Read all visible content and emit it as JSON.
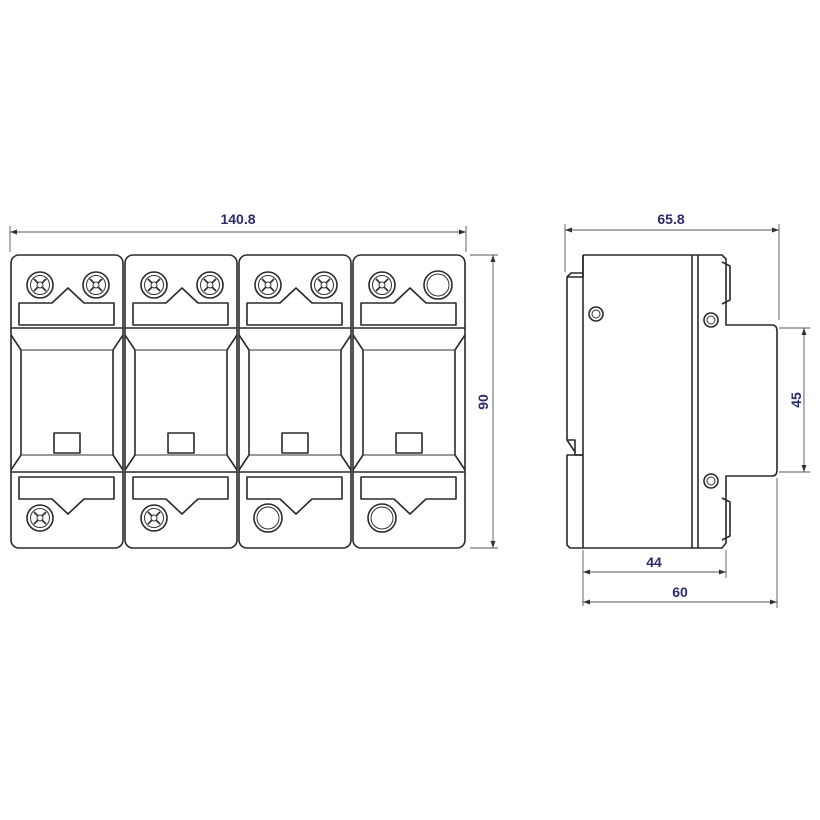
{
  "dimensions": {
    "front_width": "140.8",
    "front_height": "90",
    "side_width": "65.8",
    "rail_height": "45",
    "depth_44": "44",
    "depth_60": "60"
  },
  "modules": [
    {
      "top_terminals": [
        "screw",
        "screw"
      ],
      "bottom_terminal": "screw"
    },
    {
      "top_terminals": [
        "screw",
        "screw"
      ],
      "bottom_terminal": "screw"
    },
    {
      "top_terminals": [
        "screw",
        "screw"
      ],
      "bottom_terminal": "plain"
    },
    {
      "top_terminals": [
        "screw",
        "plain"
      ],
      "bottom_terminal": "plain"
    }
  ],
  "colors": {
    "line": "#2a2a2a",
    "dim_text": "#2b2b6e"
  }
}
